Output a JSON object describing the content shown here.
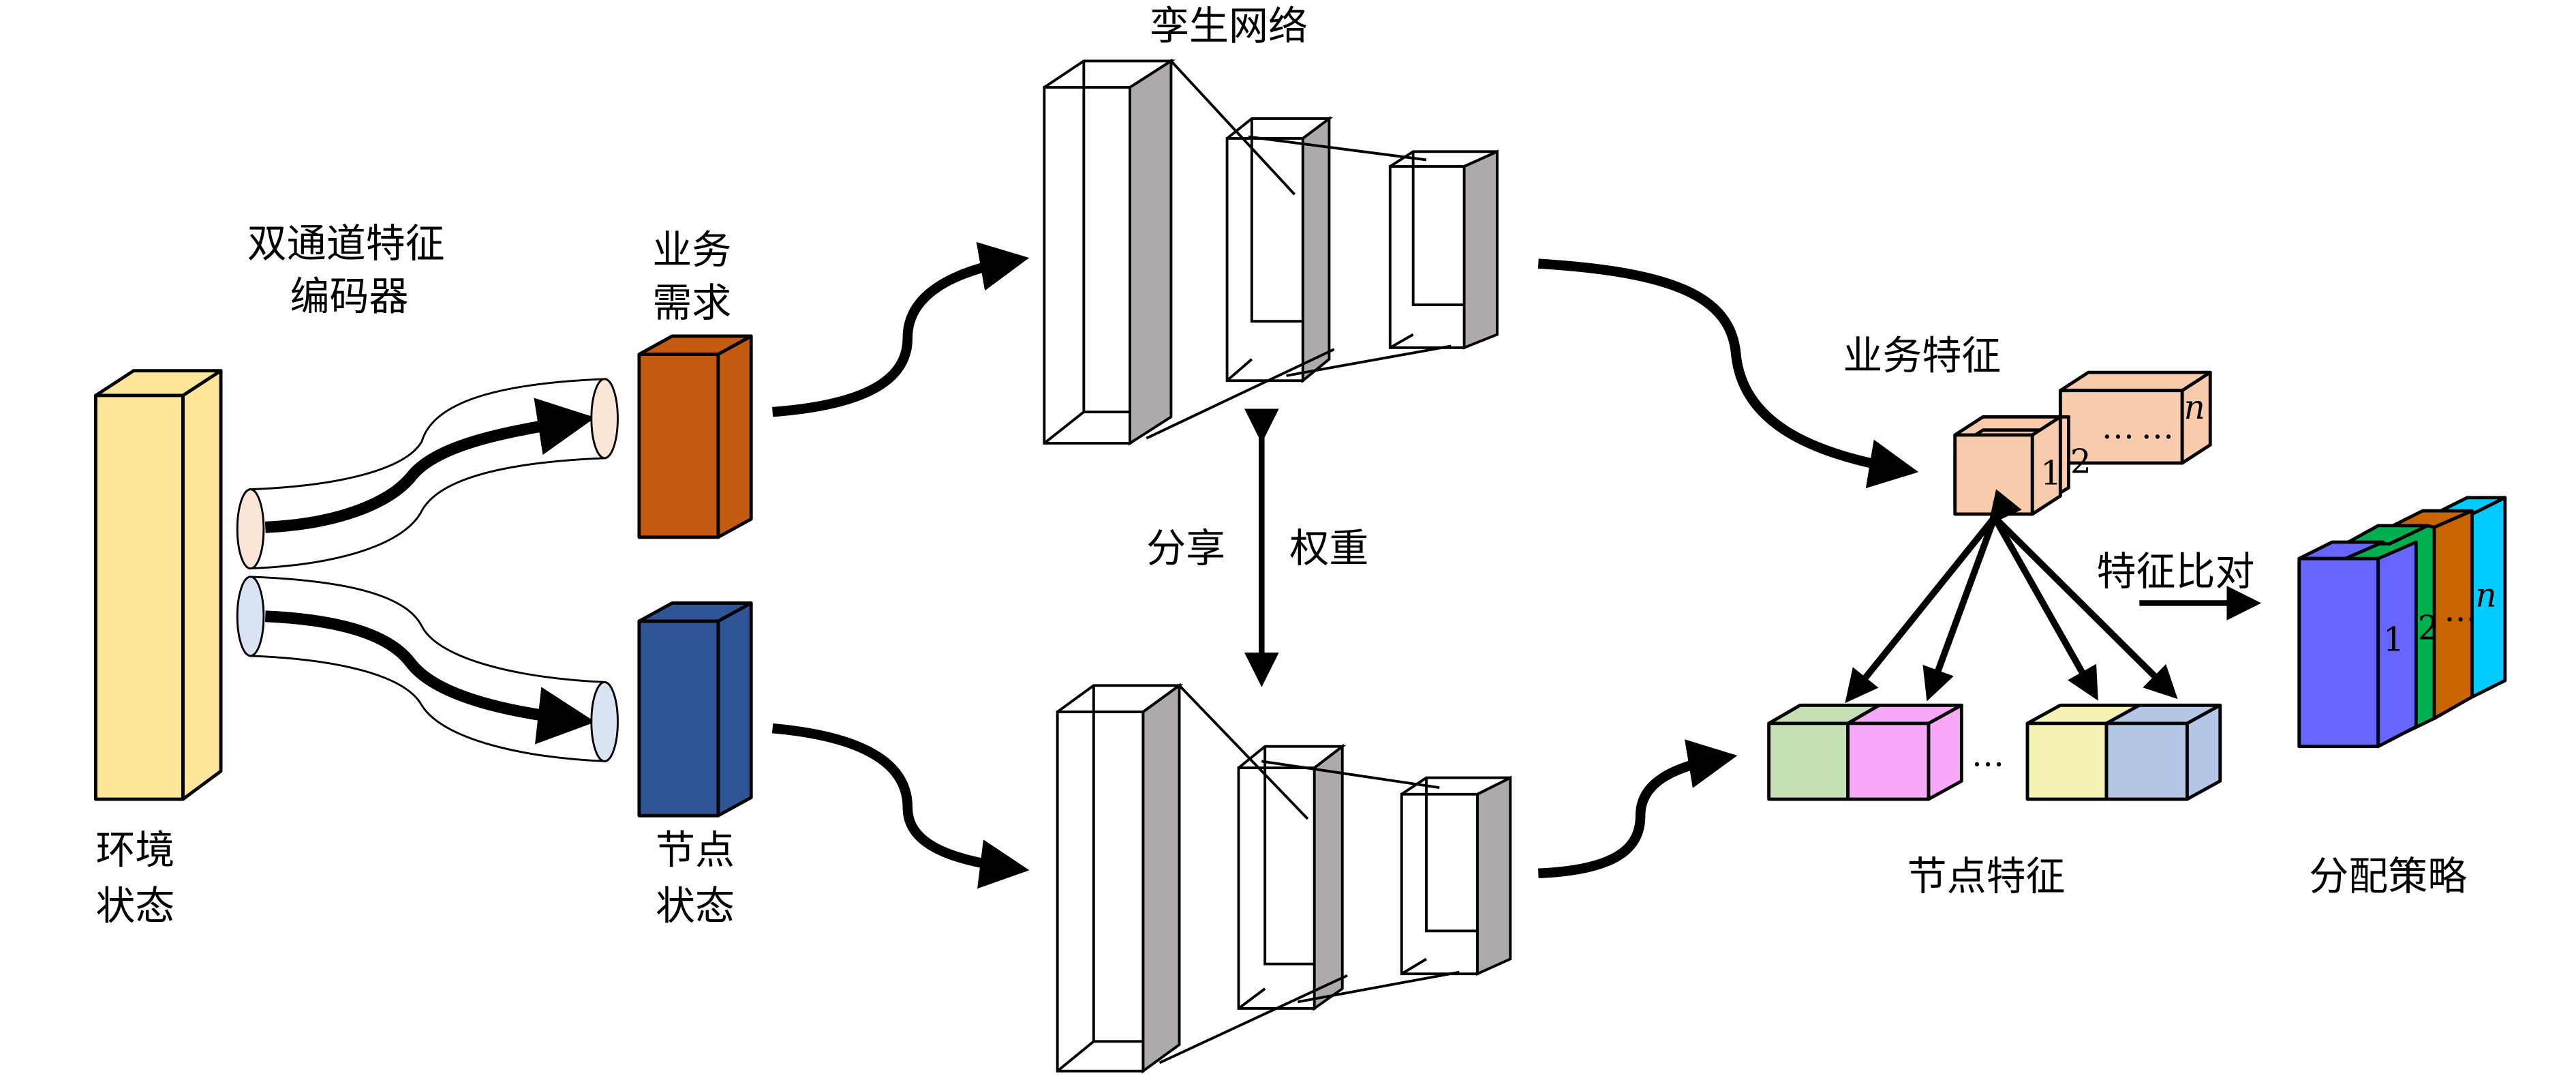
{
  "labels": {
    "env_state": [
      "环境",
      "状态"
    ],
    "encoder": [
      "双通道特征",
      "编码器"
    ],
    "business_demand": [
      "业务",
      "需求"
    ],
    "node_state": [
      "节点",
      "状态"
    ],
    "siamese": "孪生网络",
    "share_weights": [
      "分享",
      "权重"
    ],
    "business_feature": "业务特征",
    "node_feature": "节点特征",
    "feature_compare": "特征比对",
    "allocation_policy": "分配策略"
  },
  "business_feature_indices": [
    "1",
    "2",
    "…",
    "…",
    "n"
  ],
  "policy_indices": [
    "1",
    "2",
    "…",
    "n"
  ],
  "node_feature_ellipsis": "…",
  "colors": {
    "env_state": "#FFE599",
    "business_demand": "#C55A11",
    "node_state": "#2F5597",
    "tube_top": "#FBE5D6",
    "tube_bottom": "#DAE3F3",
    "conv_side": "#AEAAAA",
    "business_feature": "#F8CBAD",
    "node_features": [
      "#C5E0B4",
      "#F8A8F8",
      "#F6F2B4",
      "#B4C7E7"
    ],
    "policy": [
      "#6666FF",
      "#00B050",
      "#C96500",
      "#00CCFF"
    ]
  }
}
